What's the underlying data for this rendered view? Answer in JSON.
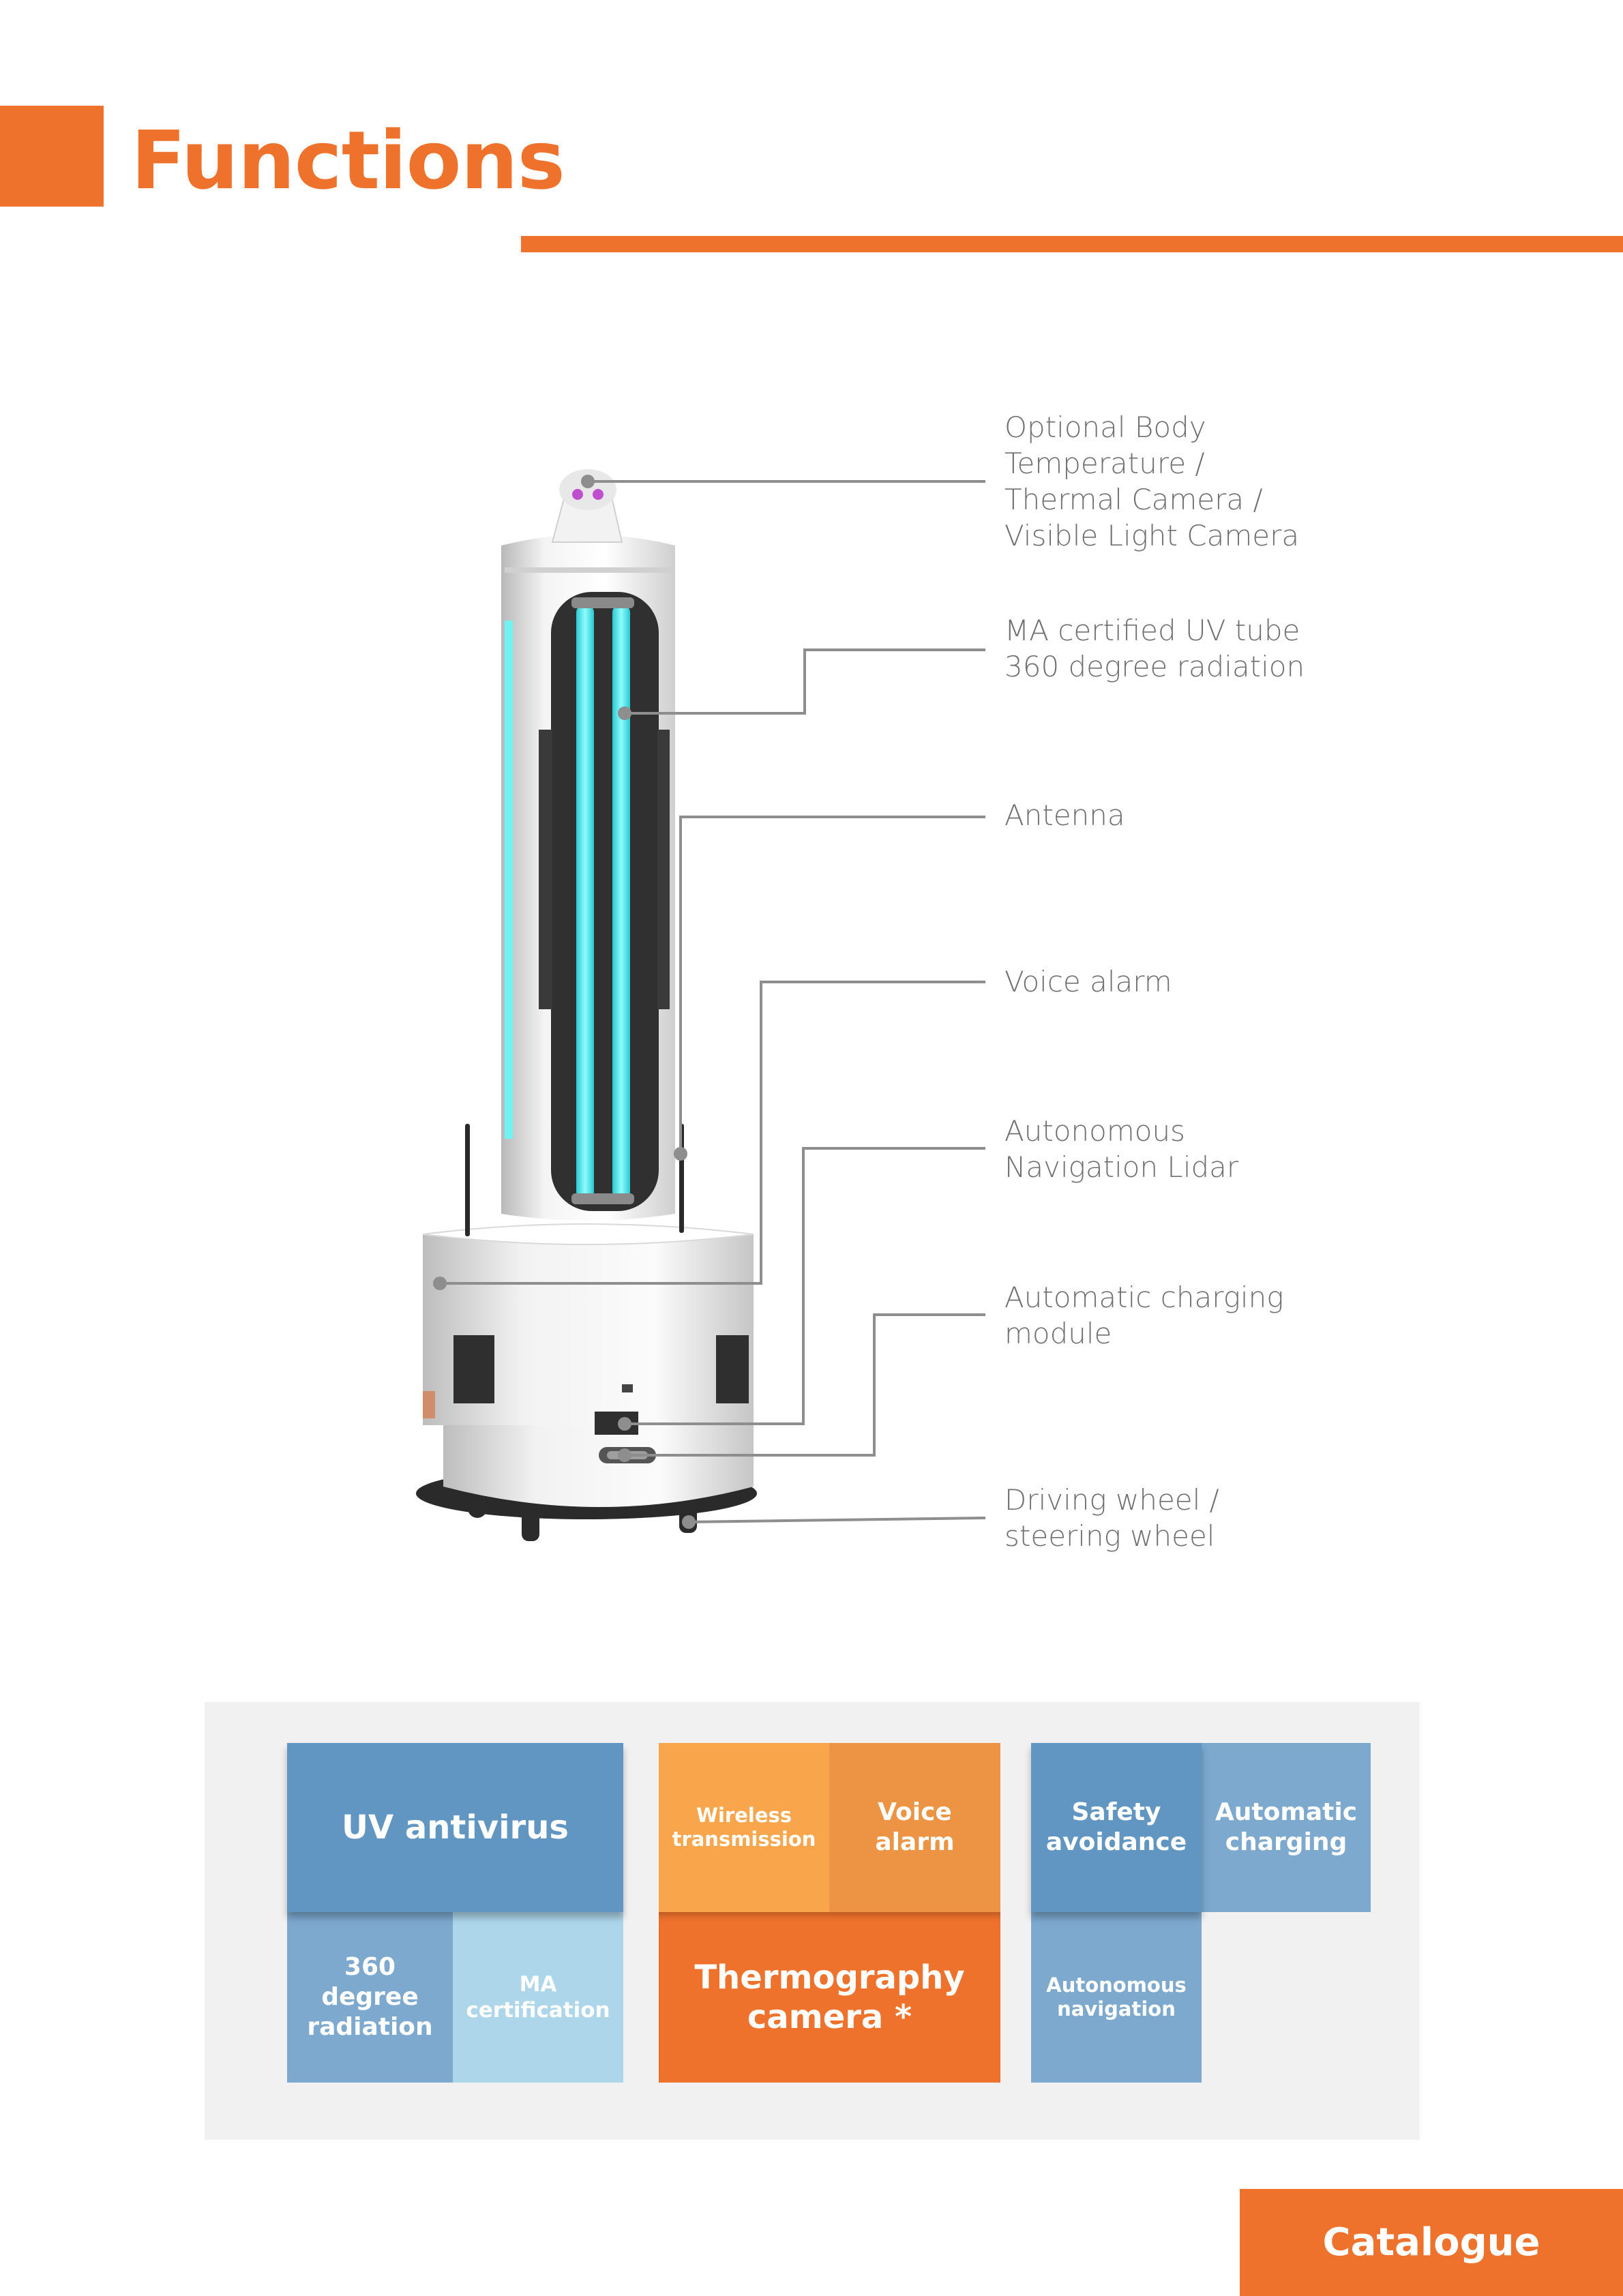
{
  "header": {
    "title": "Functions"
  },
  "colors": {
    "brand_orange": "#ee722c",
    "uv_cyan": "#6ff3f3",
    "tile_blue": "#6196c3",
    "tile_blue_light": "#7da9cf",
    "tile_blue_pale": "#aed6ea",
    "tile_orange_light": "#f9a54c",
    "tile_orange_mid": "#ec9443",
    "callout_text": "#707070"
  },
  "callouts": [
    {
      "text": "Optional Body\nTemperature /\nThermal Camera /\nVisible Light Camera"
    },
    {
      "text": "MA certified UV tube\n360 degree radiation"
    },
    {
      "text": "Antenna"
    },
    {
      "text": "Voice alarm"
    },
    {
      "text": "Autonomous\nNavigation Lidar"
    },
    {
      "text": "Automatic charging\nmodule"
    },
    {
      "text": "Driving wheel /\nsteering wheel"
    }
  ],
  "features": {
    "uv_antivirus": "UV antivirus",
    "radiation_360": "360 degree\nradiation",
    "ma_certification": "MA\ncertification",
    "wireless_transmission": "Wireless\ntransmission",
    "voice_alarm": "Voice alarm",
    "thermography_camera": "Thermography\ncamera *",
    "safety_avoidance": "Safety\navoidance",
    "automatic_charging": "Automatic\ncharging",
    "autonomous_navigation": "Autonomous\nnavigation"
  },
  "footer": {
    "catalogue_label": "Catalogue"
  }
}
